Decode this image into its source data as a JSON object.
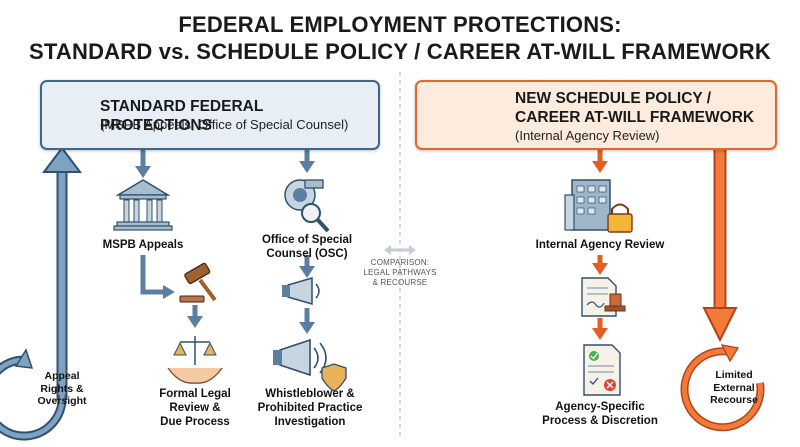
{
  "title_line1": "FEDERAL EMPLOYMENT PROTECTIONS:",
  "title_line2": "STANDARD vs. SCHEDULE POLICY / CAREER AT-WILL FRAMEWORK",
  "left_panel": {
    "title": "STANDARD FEDERAL PROTECTIONS",
    "subtitle": "(MSPB Appeals, Office of Special Counsel)",
    "nodes": {
      "mspb": "MSPB Appeals",
      "osc_line1": "Office of Special",
      "osc_line2": "Counsel (OSC)",
      "legal_line1": "Formal Legal",
      "legal_line2": "Review &",
      "legal_line3": "Due Process",
      "whistle_line1": "Whistleblower &",
      "whistle_line2": "Prohibited Practice",
      "whistle_line3": "Investigation",
      "appeal_line1": "Appeal",
      "appeal_line2": "Rights &",
      "appeal_line3": "Oversight"
    },
    "accent_color": "#3d6687"
  },
  "right_panel": {
    "title_line1": "NEW SCHEDULE POLICY /",
    "title_line2": "CAREER AT-WILL FRAMEWORK",
    "subtitle": "(Internal Agency Review)",
    "nodes": {
      "internal": "Internal Agency Review",
      "agency_line1": "Agency-Specific",
      "agency_line2": "Process & Discretion",
      "limited_line1": "Limited",
      "limited_line2": "External",
      "limited_line3": "Recourse"
    },
    "accent_color": "#e0682a"
  },
  "comparison": {
    "line1": "COMPARISON:",
    "line2": "LEGAL PATHWAYS",
    "line3": "& RECOURSE"
  },
  "icons": [
    "scales-shield-icon",
    "handshake-lock-icon",
    "courthouse-icon",
    "whistle-magnifier-icon",
    "gavel-icon",
    "megaphone-icon",
    "hands-scales-icon",
    "megaphone-shield-icon",
    "office-lock-icon",
    "document-stamp-icon",
    "document-check-icon"
  ]
}
